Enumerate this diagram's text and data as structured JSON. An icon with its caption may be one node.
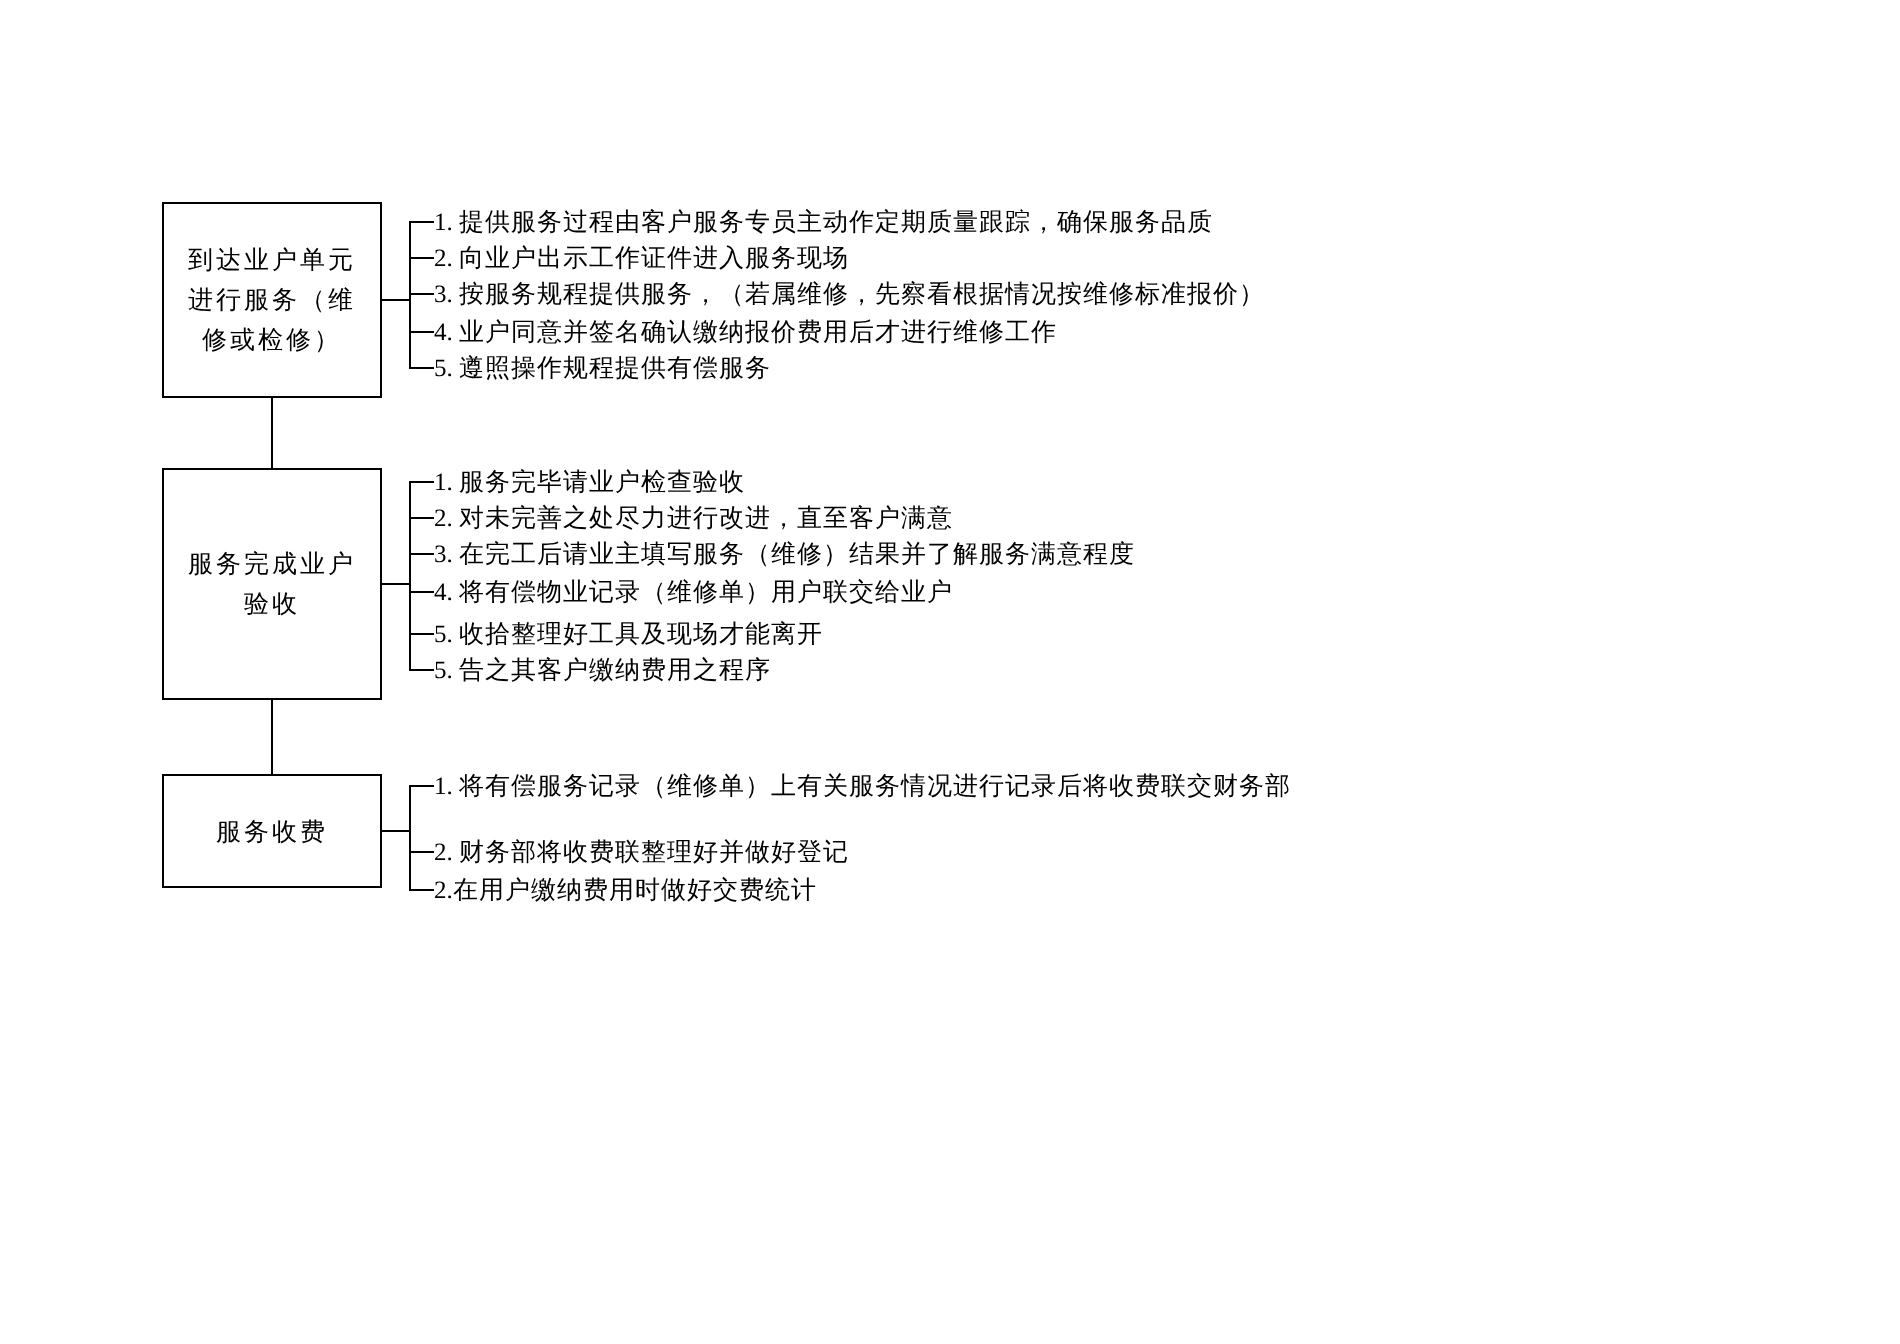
{
  "diagram": {
    "nodes": [
      {
        "text": [
          "到达业户单元进行服务（维修或检修）"
        ]
      },
      {
        "text": [
          "1. 提供服务过程由客户服务专员主动作定期质量跟踪，确保服务品质"
        ]
      },
      {
        "text": [
          "2. 向业户出示工作证件进入服务现场"
        ]
      },
      {
        "text": [
          "3. 按服务规程提供服务，（若属维修，先察看根据情况按维修标准报价）"
        ]
      },
      {
        "text": [
          "4. 业户同意并签名确认缴纳报价费用后才进行维修工作"
        ]
      },
      {
        "text": [
          "5. 遵照操作规程提供有偿服务"
        ]
      },
      {
        "text": [
          "服务完成业户验收"
        ]
      },
      {
        "text": [
          "1. 服务完毕请业户检查验收"
        ]
      },
      {
        "text": [
          "2. 对未完善之处尽力进行改进，直至客户满意"
        ]
      },
      {
        "text": [
          "3. 在完工后请业主填写服务（维修）结果并了解服务满意程度"
        ]
      },
      {
        "text": [
          "4. 将有偿物业记录（维修单）用户联交给业户"
        ]
      },
      {
        "text": [
          "5. 收拾整理好工具及现场才能离开"
        ]
      },
      {
        "text": [
          "5. 告之其客户缴纳费用之程序"
        ]
      },
      {
        "text": [
          "服务收费"
        ]
      },
      {
        "text": [
          "1. 将有偿服务记录（维修单）上有关服务情况进行记录后将收费联交财务部"
        ]
      },
      {
        "text": [
          "2. 财务部将收费联整理好并做好登记"
        ]
      },
      {
        "text": [
          "2.在用户缴纳费用时做好交费统计"
        ]
      }
    ],
    "edges": [
      {
        "from": 0,
        "to": 6,
        "arrow": "none"
      },
      {
        "from": 6,
        "to": 13,
        "arrow": "none"
      },
      {
        "from": 0,
        "to": 1,
        "arrow": "none"
      },
      {
        "from": 0,
        "to": 2,
        "arrow": "none"
      },
      {
        "from": 0,
        "to": 3,
        "arrow": "none"
      },
      {
        "from": 0,
        "to": 4,
        "arrow": "none"
      },
      {
        "from": 0,
        "to": 5,
        "arrow": "none"
      },
      {
        "from": 6,
        "to": 7,
        "arrow": "none"
      },
      {
        "from": 6,
        "to": 8,
        "arrow": "none"
      },
      {
        "from": 6,
        "to": 9,
        "arrow": "none"
      },
      {
        "from": 6,
        "to": 10,
        "arrow": "none"
      },
      {
        "from": 6,
        "to": 11,
        "arrow": "none"
      },
      {
        "from": 6,
        "to": 12,
        "arrow": "none"
      },
      {
        "from": 13,
        "to": 14,
        "arrow": "none"
      },
      {
        "from": 13,
        "to": 15,
        "arrow": "none"
      },
      {
        "from": 13,
        "to": 16,
        "arrow": "none"
      }
    ]
  }
}
